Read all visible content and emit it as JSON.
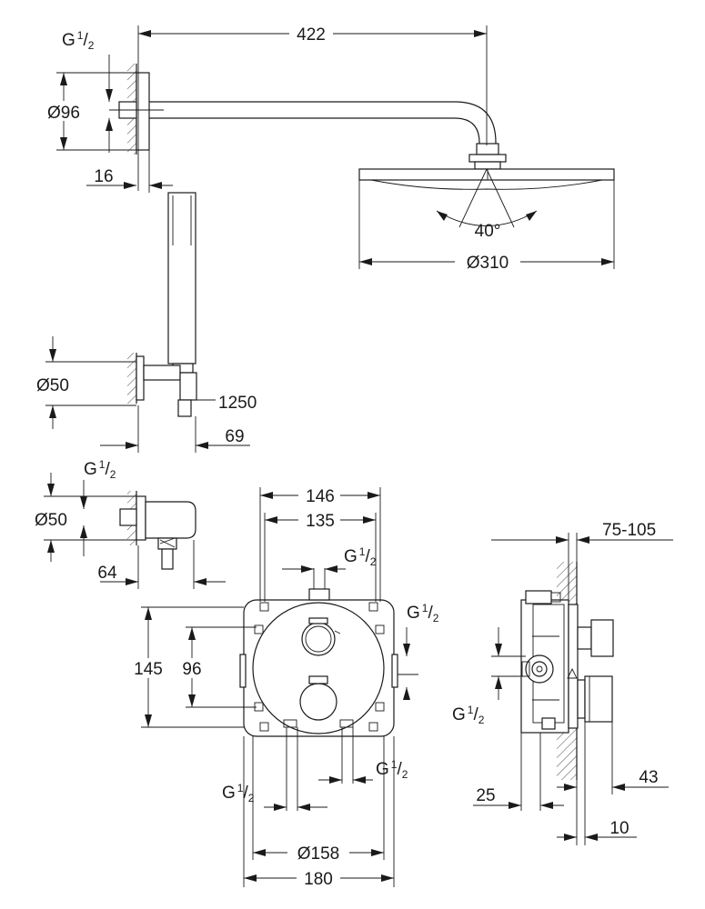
{
  "dims": {
    "arm_length": "422",
    "wall_flange_diameter": "Ø96",
    "wall_flange_depth": "16",
    "head_angle": "40°",
    "head_diameter": "Ø310",
    "holder_diameter": "Ø50",
    "hose_length": "1250",
    "holder_projection": "69",
    "outlet_diameter": "Ø50",
    "outlet_projection": "64",
    "plate_outer_width": "146",
    "plate_inner_width": "135",
    "box_height": "145",
    "box_inner_height": "96",
    "plate_diameter": "Ø158",
    "total_width": "180",
    "install_depth_range": "75-105",
    "side_depth_25": "25",
    "side_depth_43": "43",
    "side_depth_10": "10"
  },
  "thread": {
    "letter": "G",
    "numerator": "1",
    "denominator": "2"
  }
}
